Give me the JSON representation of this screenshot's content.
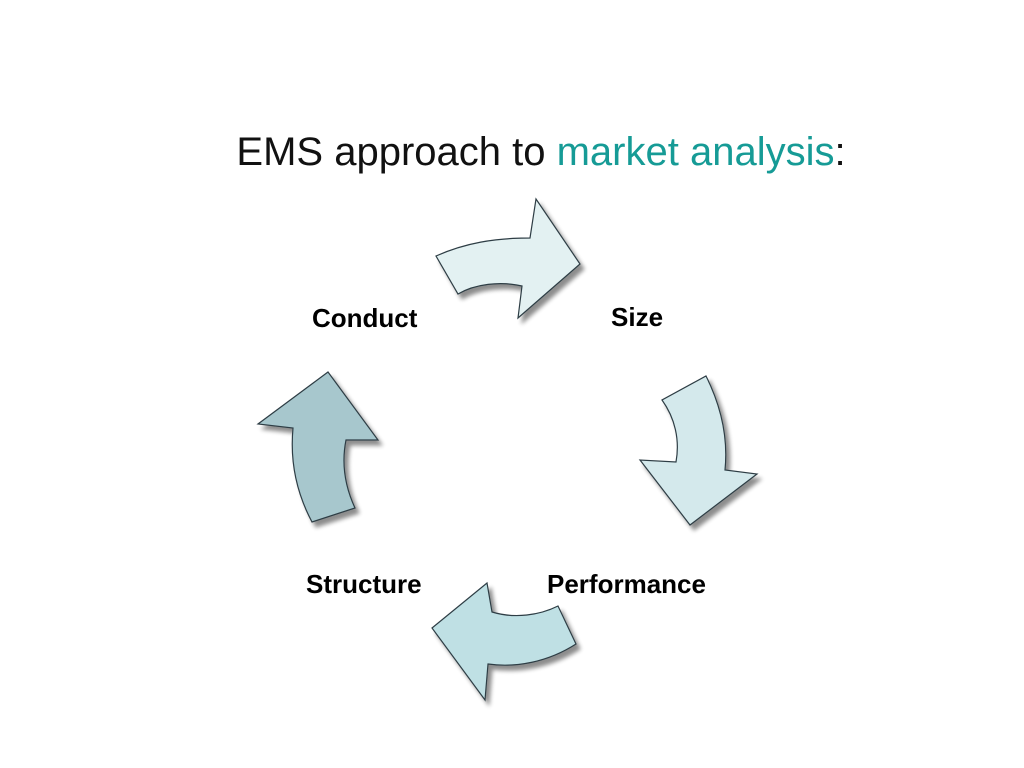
{
  "title": {
    "prefix": "EMS approach to ",
    "accent": "market analysis",
    "suffix": ":"
  },
  "colors": {
    "title_text": "#111111",
    "accent": "#169b96",
    "arrow_outline": "#2d3d44",
    "arrow_top": "#e3f1f2",
    "arrow_right": "#d4e9ec",
    "arrow_bottom": "#bfe0e4",
    "arrow_left": "#a7c7cd"
  },
  "diagram": {
    "type": "cycle",
    "direction": "clockwise",
    "nodes": [
      {
        "id": "size",
        "label": "Size"
      },
      {
        "id": "performance",
        "label": "Performance"
      },
      {
        "id": "structure",
        "label": "Structure"
      },
      {
        "id": "conduct",
        "label": "Conduct"
      }
    ],
    "edges": [
      {
        "from": "conduct",
        "to": "size"
      },
      {
        "from": "size",
        "to": "performance"
      },
      {
        "from": "performance",
        "to": "structure"
      },
      {
        "from": "structure",
        "to": "conduct"
      }
    ]
  }
}
